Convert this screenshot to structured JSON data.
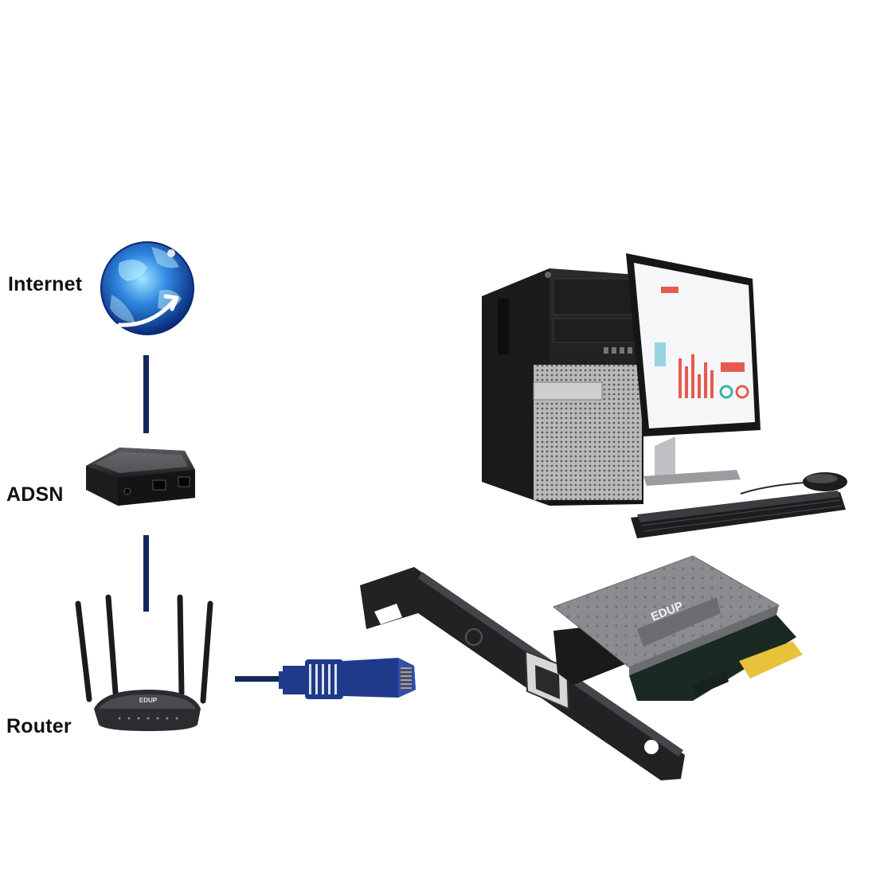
{
  "nodes": {
    "internet": {
      "label": "Internet"
    },
    "adsn": {
      "label": "ADSN"
    },
    "router": {
      "label": "Router"
    }
  },
  "devices": {
    "pcie_card_brand": "EDUP",
    "router_brand": "EDUP"
  },
  "colors": {
    "link_line": "#14285e",
    "cable_blue": "#1f3a8a",
    "card_gray": "#8d8f93",
    "gold": "#e8c23a",
    "globe_blue": "#1e6fd0"
  }
}
